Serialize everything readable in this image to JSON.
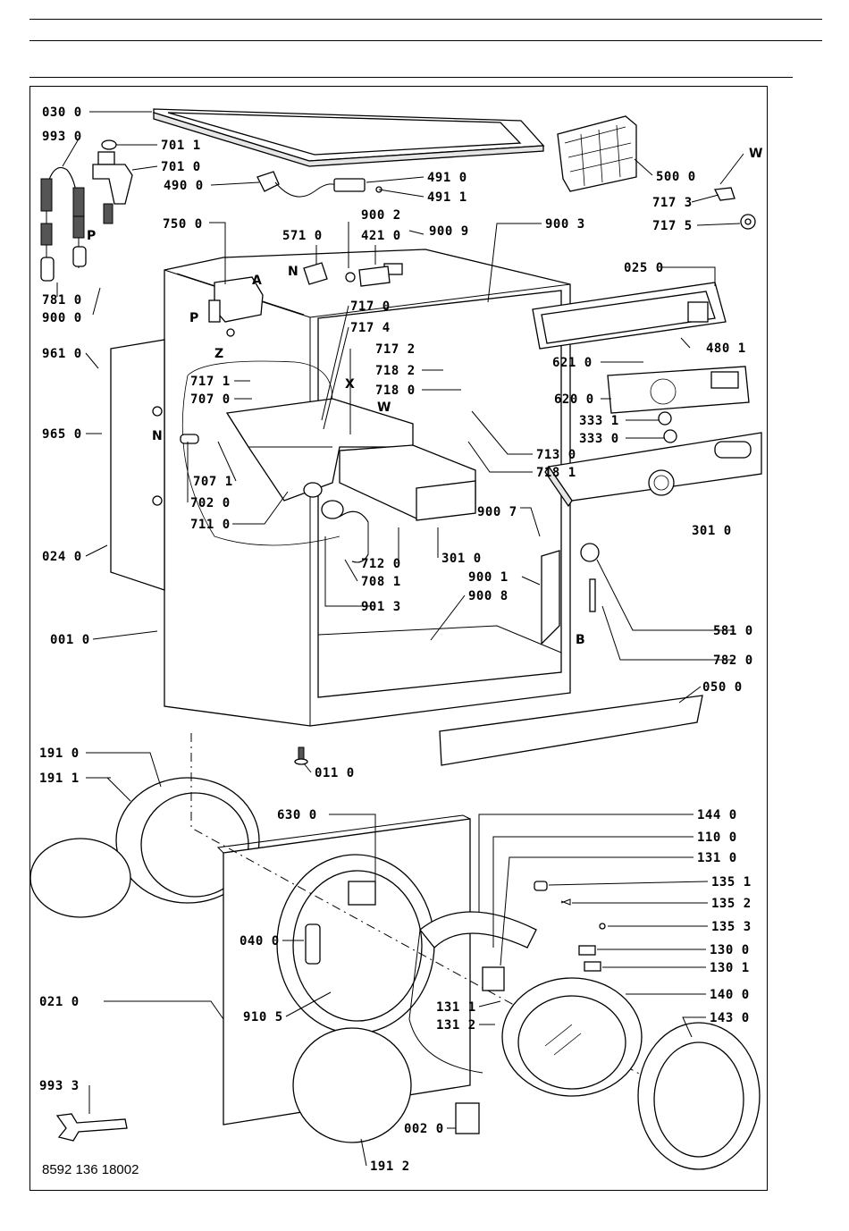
{
  "document": {
    "reference_number": "8592 136 18002"
  },
  "labels": {
    "p0300": "030 0",
    "p9930": "993 0",
    "p7011": "701 1",
    "p7010": "701 0",
    "p4900": "490 0",
    "p4910": "491 0",
    "p4911": "491 1",
    "p5000": "500 0",
    "p7173": "717 3",
    "p7175": "717 5",
    "p7500": "750 0",
    "p5710": "571 0",
    "p9002": "900 2",
    "p4210": "421 0",
    "p9009": "900 9",
    "p9003": "900 3",
    "p0250": "025 0",
    "p7810": "781 0",
    "p9000": "900 0",
    "p7170": "717 0",
    "p7174": "717 4",
    "p7172": "717 2",
    "p7182": "718 2",
    "p7180": "718 0",
    "p9610": "961 0",
    "p6210": "621 0",
    "p4801": "480 1",
    "p6200": "620 0",
    "p3331": "333 1",
    "p3330": "333 0",
    "p7171": "717 1",
    "p7070": "707 0",
    "p9650": "965 0",
    "p7130": "713 0",
    "p7181": "718 1",
    "p7071": "707 1",
    "p7020": "702 0",
    "p7110": "711 0",
    "p3010a": "301 0",
    "p9007": "900 7",
    "p3010b": "301 0",
    "p0240": "024 0",
    "p7120": "712 0",
    "p7081": "708 1",
    "p9001": "900 1",
    "p9008": "900 8",
    "p9013": "901 3",
    "p5810": "581 0",
    "p0010": "001 0",
    "p7820": "782 0",
    "p0500": "050 0",
    "p1910": "191 0",
    "p1911": "191 1",
    "p0110": "011 0",
    "p6300": "630 0",
    "p1440": "144 0",
    "p1100": "110 0",
    "p1310": "131 0",
    "p1351": "135 1",
    "p1352": "135 2",
    "p1353": "135 3",
    "p0400": "040 0",
    "p1300": "130 0",
    "p1301": "130 1",
    "p0210": "021 0",
    "p9105": "910 5",
    "p1311": "131 1",
    "p1312": "131 2",
    "p1400": "140 0",
    "p1430": "143 0",
    "p9933": "993 3",
    "p0020": "002 0",
    "p1912": "191 2"
  },
  "letters": {
    "W1": "W",
    "P1": "P",
    "N1": "N",
    "A": "A",
    "P2": "P",
    "Z": "Z",
    "X": "X",
    "W2": "W",
    "N2": "N",
    "B": "B"
  },
  "icons": {
    "diagram": "exploded-view-washing-machine"
  }
}
